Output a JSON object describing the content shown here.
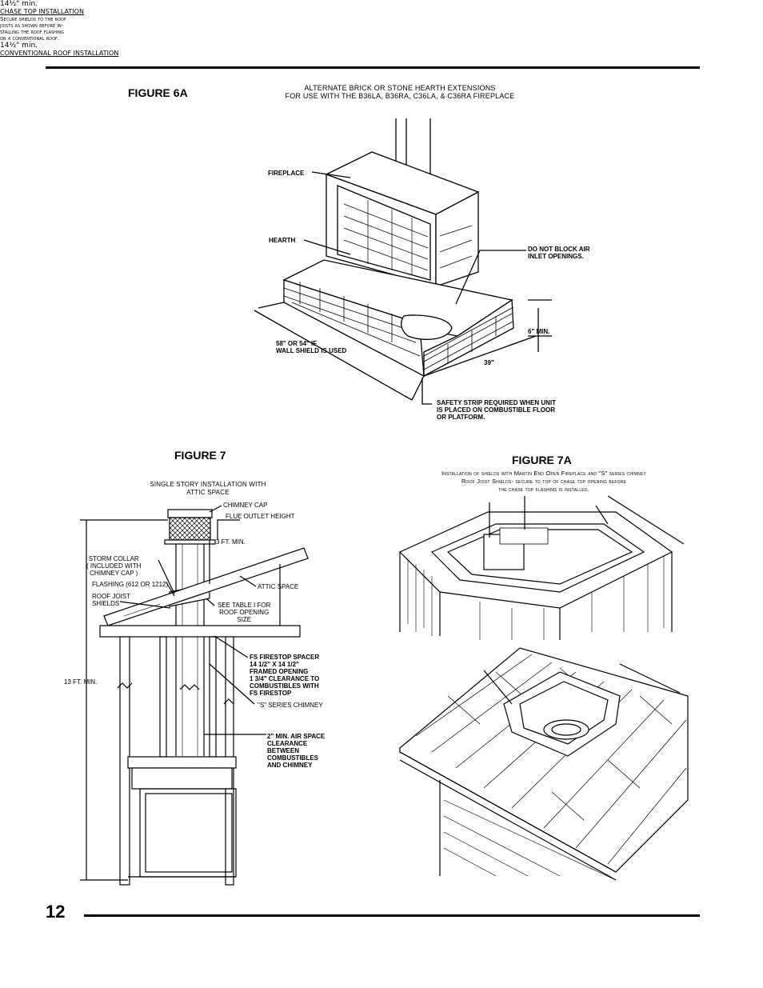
{
  "page_number": "12",
  "fig6a": {
    "title": "FIGURE 6A",
    "caption_line1": "ALTERNATE BRICK OR STONE HEARTH EXTENSIONS",
    "caption_line2": "FOR USE WITH THE B36LA, B36RA, C36LA, & C36RA  FIREPLACE",
    "fireplace": "FIREPLACE",
    "hearth": "HEARTH",
    "air_inlet_1": "DO NOT BLOCK AIR",
    "air_inlet_2": "INLET OPENINGS.",
    "width_1": "58\" OR 54\" IF",
    "width_2": "WALL SHIELD IS USED",
    "min_height": "6\" MIN.",
    "depth": "39\"",
    "safety_1": "SAFETY STRIP REQUIRED WHEN UNIT",
    "safety_2": "IS PLACED ON COMBUSTIBLE FLOOR",
    "safety_3": "OR PLATFORM."
  },
  "fig7": {
    "title": "FIGURE 7",
    "caption_line1": "SINGLE STORY INSTALLATION WITH",
    "caption_line2": "ATTIC   SPACE",
    "chimney_cap": "CHIMNEY CAP",
    "flue_outlet": "FLUE OUTLET HEIGHT",
    "three_ft": "3 FT. MIN.",
    "storm_collar_1": "STORM COLLAR",
    "storm_collar_2": "( INCLUDED WITH",
    "storm_collar_3": "CHIMNEY CAP )",
    "flashing": "FLASHING (612 OR 1212)",
    "attic_space": "ATTIC SPACE",
    "roof_joist_1": "ROOF JOIST",
    "roof_joist_2": "SHIELDS",
    "see_table_1": "SEE TABLE I FOR",
    "see_table_2": "ROOF OPENING",
    "see_table_3": "SIZE",
    "thirteen_ft": "13 FT. MIN.",
    "spacer_1": "FS FIRESTOP SPACER",
    "spacer_2": "14 1/2\" X 14 1/2\"",
    "spacer_3": "FRAMED OPENING",
    "spacer_4": "1 3/4\" CLEARANCE TO",
    "spacer_5": "COMBUSTIBLES WITH",
    "spacer_6": "FS FIRESTOP",
    "s_series": "\"S\" SERIES CHIMNEY",
    "air_1": "2\" MIN. AIR SPACE",
    "air_2": "CLEARANCE",
    "air_3": "BETWEEN",
    "air_4": "COMBUSTIBLES",
    "air_5": "AND  CHIMNEY"
  },
  "fig7a": {
    "title": "FIGURE 7A",
    "caption_line1": "Installation of shields with Martin End Open Fireplace and  \"S\" series chimney",
    "caption_line2": "Roof Joist Shields- secure to top of chase top opening before",
    "caption_line3": "the chase top flashing is installed.",
    "min_top": "14½\" min.",
    "chase_top": "CHASE TOP INSTALLATION",
    "secure_1": "Secure shields to the roof",
    "secure_2": "joists as shown before in-",
    "secure_3": "stalling the roof flashing",
    "secure_4": "on a conventional roof.",
    "min_bottom": "14½\" min.",
    "conventional": "CONVENTIONAL ROOF INSTALLATION"
  }
}
